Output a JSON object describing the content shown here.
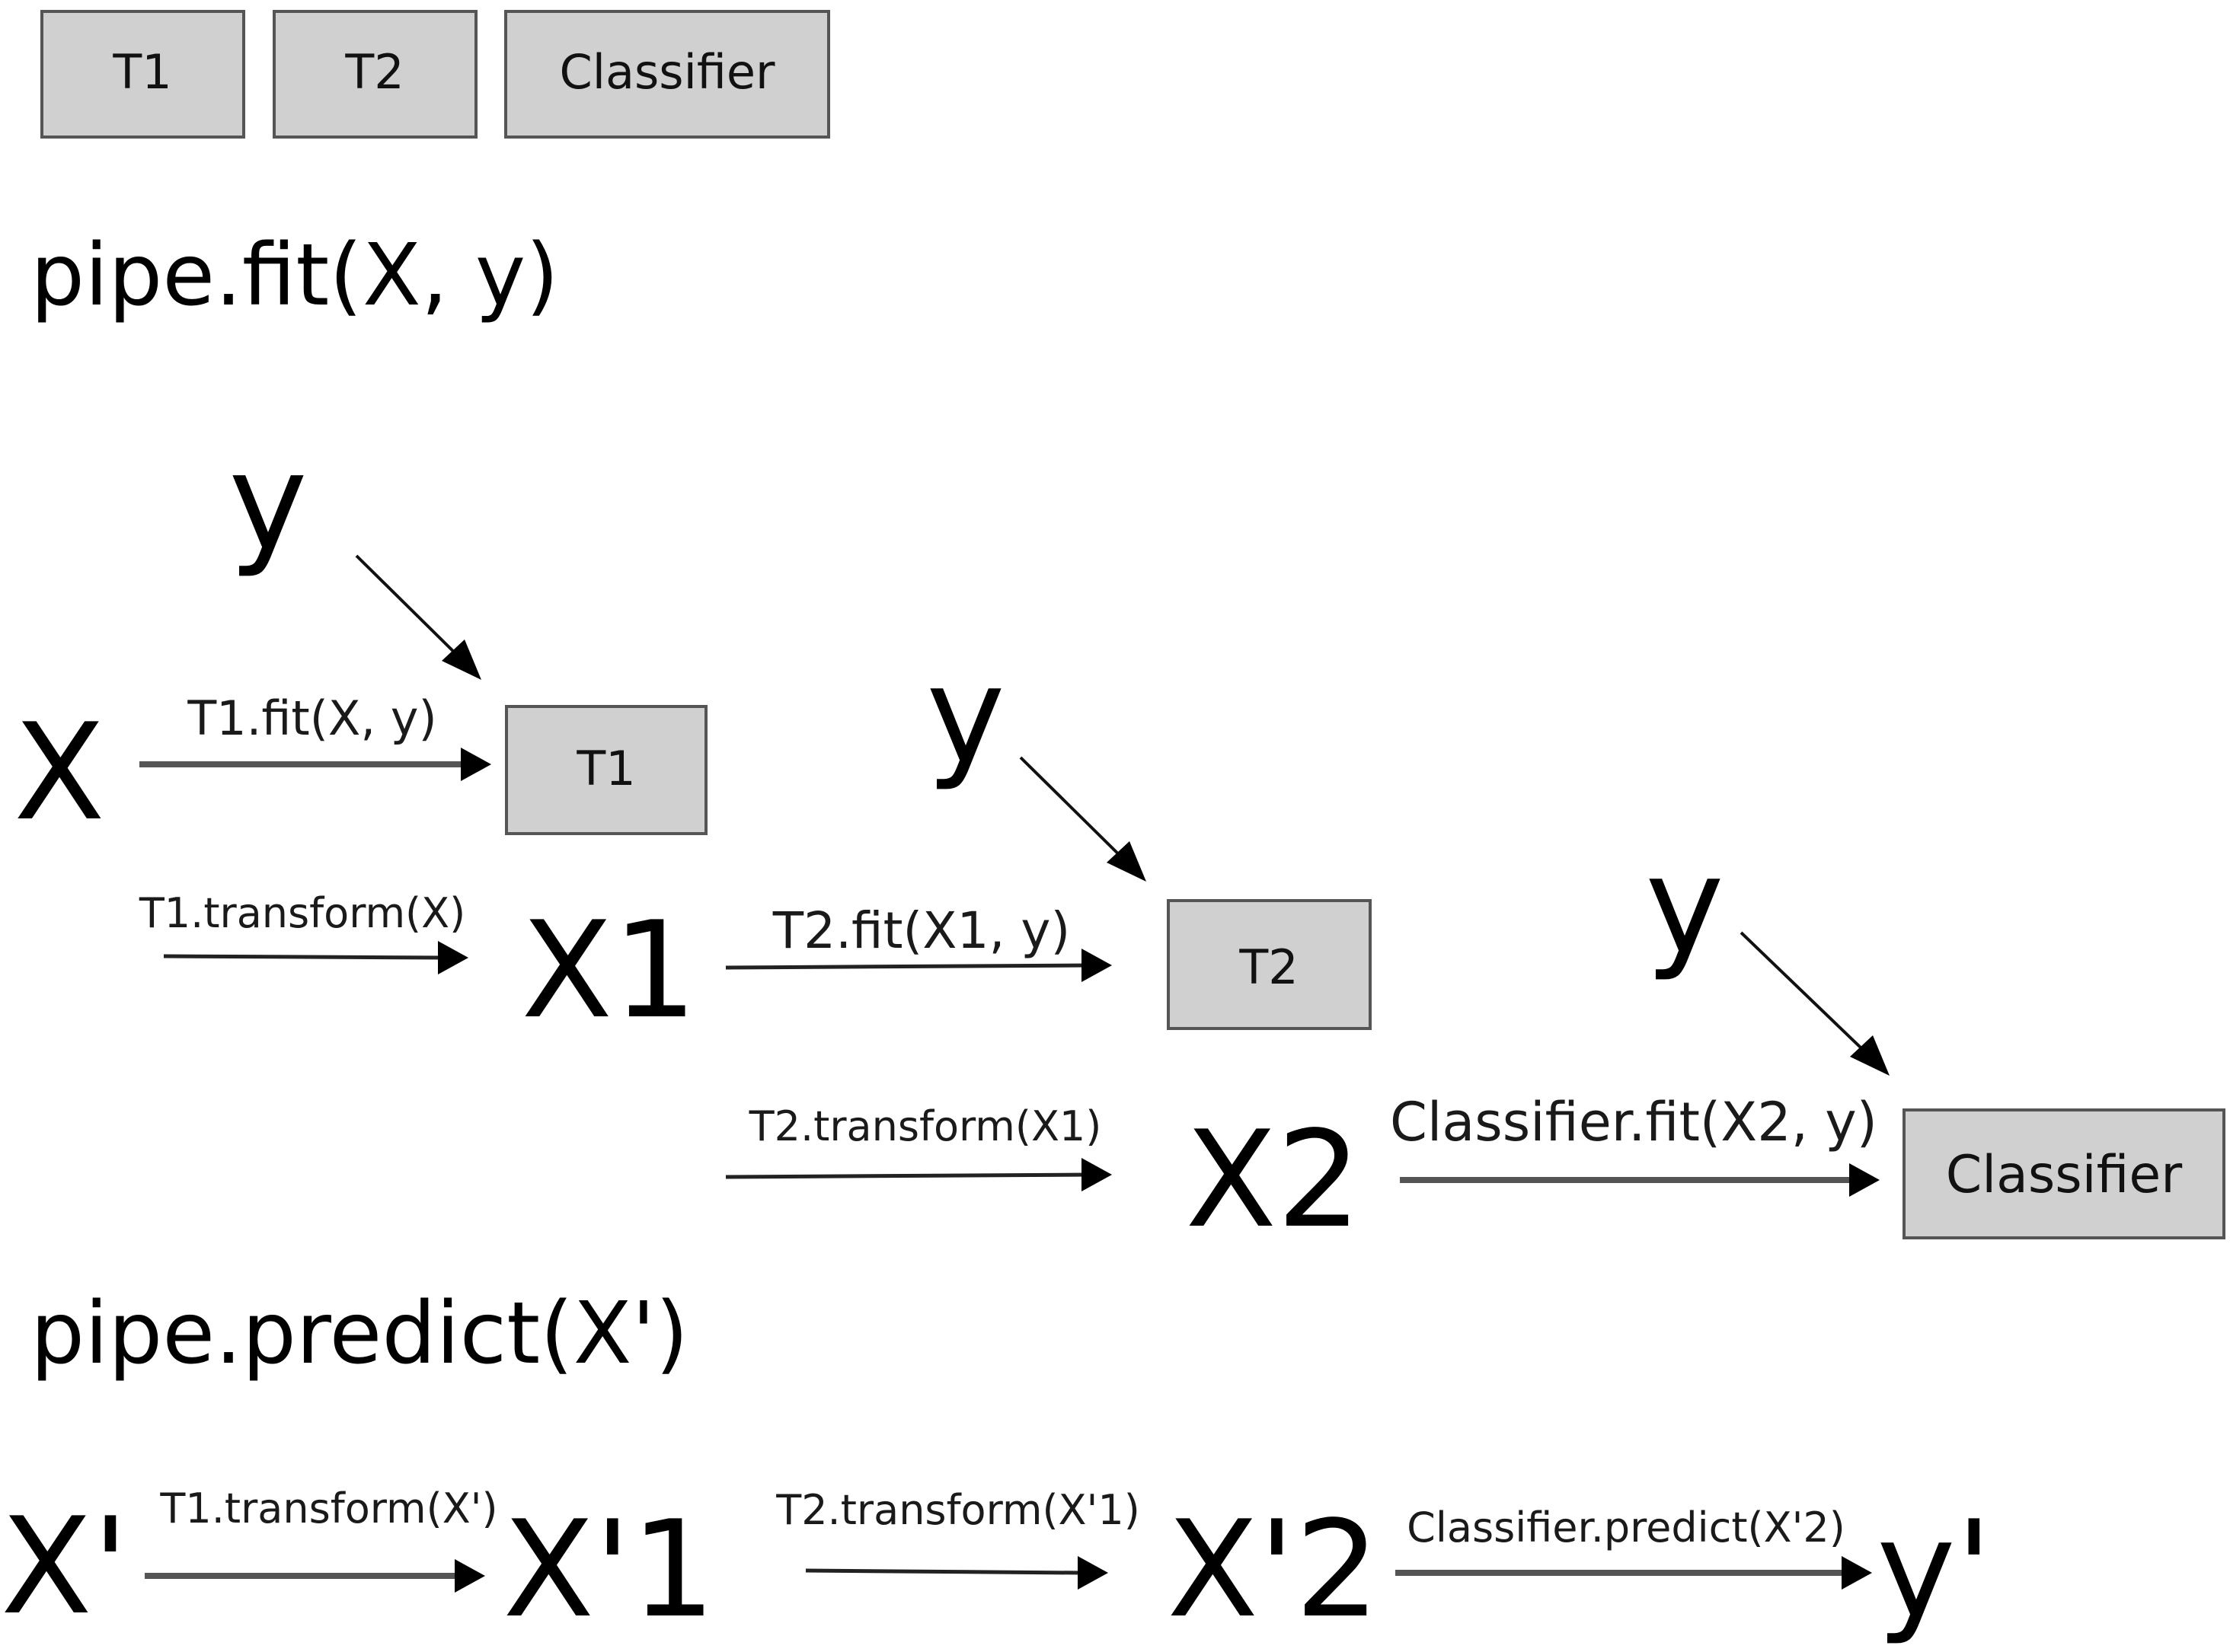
{
  "legend": {
    "boxes": [
      {
        "id": "t1",
        "label": "T1"
      },
      {
        "id": "t2",
        "label": "T2"
      },
      {
        "id": "classifier",
        "label": "Classifier"
      }
    ]
  },
  "fit_section": {
    "heading": "pipe.fit(X, y)",
    "inputs": {
      "x": "X",
      "y1": "y",
      "y2": "y",
      "y3": "y"
    },
    "boxes": {
      "t1": "T1",
      "t2": "T2",
      "classifier": "Classifier"
    },
    "intermediates": {
      "x1": "X1",
      "x2": "X2"
    },
    "edges": {
      "t1_fit": "T1.fit(X, y)",
      "t1_transform": "T1.transform(X)",
      "t2_fit": "T2.fit(X1, y)",
      "t2_transform": "T2.transform(X1)",
      "clf_fit": "Classifier.fit(X2, y)"
    }
  },
  "predict_section": {
    "heading": "pipe.predict(X')",
    "nodes": {
      "xp": "X'",
      "xp1": "X'1",
      "xp2": "X'2",
      "yp": "y'"
    },
    "edges": {
      "t1_transform": "T1.transform(X')",
      "t2_transform": "T2.transform(X'1)",
      "clf_predict": "Classifier.predict(X'2)"
    }
  },
  "colors": {
    "box_fill": "#d0d0d0",
    "box_stroke": "#555555",
    "text": "#000000",
    "background": "#ffffff"
  }
}
